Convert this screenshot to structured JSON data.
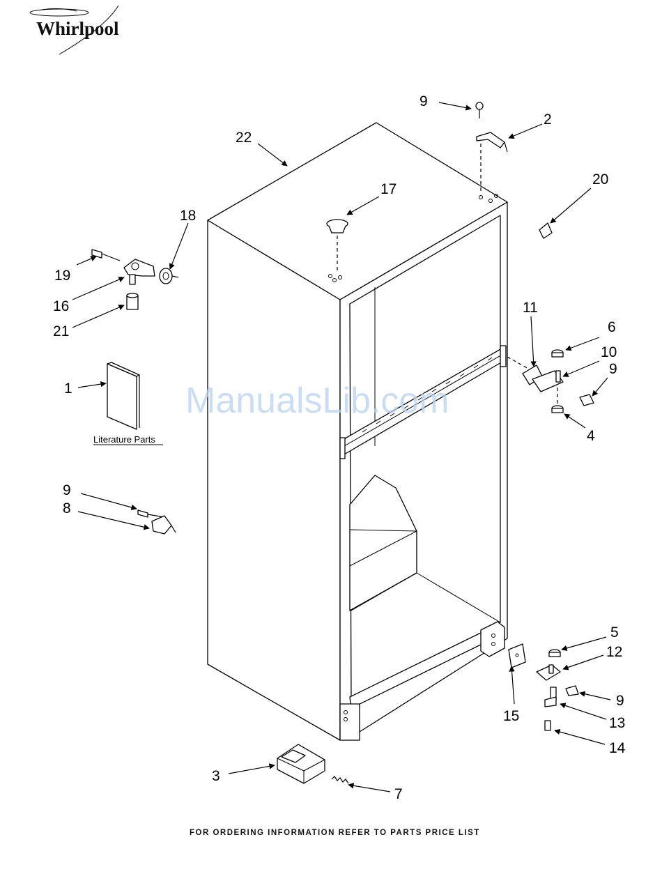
{
  "brand": {
    "name": "Whirlpool"
  },
  "watermark": "ManualsLib.com",
  "footer": "FOR ORDERING INFORMATION REFER TO PARTS PRICE LIST",
  "literature_label": "Literature Parts",
  "callouts": {
    "c22": "22",
    "c9a": "9",
    "c2": "2",
    "c20": "20",
    "c17": "17",
    "c18": "18",
    "c19": "19",
    "c16": "16",
    "c21": "21",
    "c1": "1",
    "c11": "11",
    "c6": "6",
    "c10": "10",
    "c9b": "9",
    "c4": "4",
    "c9c": "9",
    "c8": "8",
    "c5": "5",
    "c12": "12",
    "c9d": "9",
    "c13": "13",
    "c15": "15",
    "c14": "14",
    "c3": "3",
    "c7": "7"
  }
}
